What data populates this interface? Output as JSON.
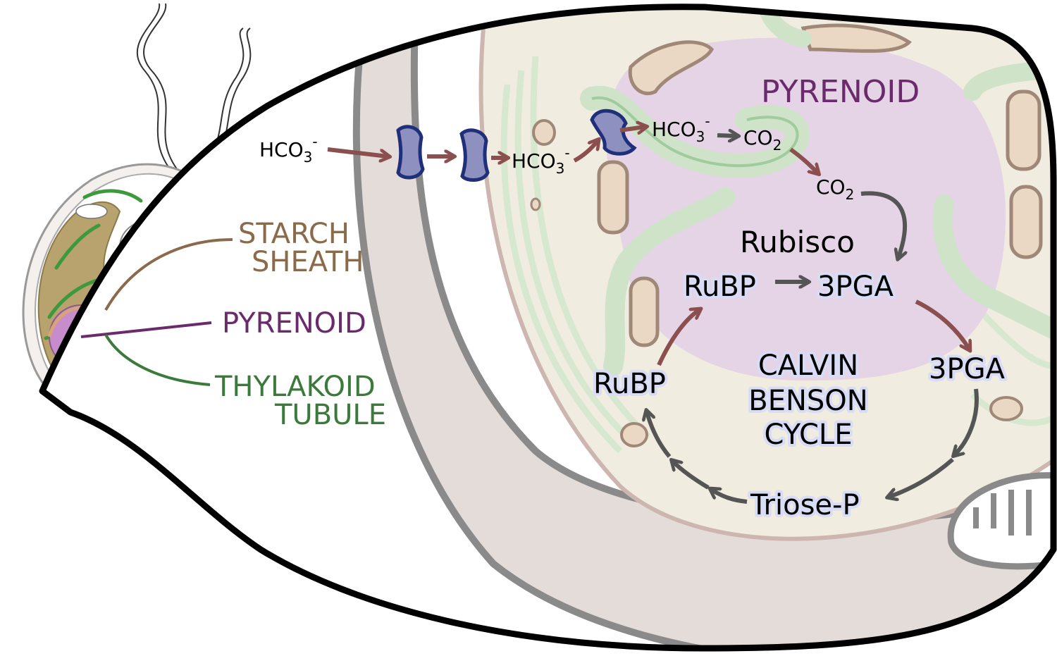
{
  "callouts": {
    "starch": {
      "line1": "STARCH",
      "line2": "SHEATH",
      "color": "#8a6a4a"
    },
    "pyrenoid": {
      "text": "PYRENOID",
      "color": "#6b2a6b"
    },
    "thylakoid": {
      "line1": "THYLAKOID",
      "line2": "TUBULE",
      "color": "#3a7a3a"
    }
  },
  "zoom": {
    "pyrenoid_title": "PYRENOID",
    "bicarb": {
      "base": "HCO",
      "sub": "3",
      "sup": "-"
    },
    "co2": {
      "base": "CO",
      "sub": "2"
    },
    "rubisco": "Rubisco",
    "cycle": {
      "rubp_top": "RuBP",
      "pga_top": "3PGA",
      "pga_right": "3PGA",
      "triose": "Triose-P",
      "rubp_left": "RuBP",
      "center_line1": "CALVIN",
      "center_line2": "BENSON",
      "center_line3": "CYCLE"
    }
  },
  "colors": {
    "pyrenoid_fill": "#e5d3e6",
    "stroma_fill": "#f1ece0",
    "thylakoid_fill": "#cfe3c9",
    "thylakoid_stroke": "#8cc08a",
    "starch_fill": "#ead8c4",
    "starch_stroke": "#a08878",
    "cell_wall": "#e4dcd9",
    "transporter_fill": "#8e90c0",
    "transporter_stroke": "#1f2f7a",
    "arrow_red": "#8b4f4f",
    "arrow_grey": "#555555"
  }
}
